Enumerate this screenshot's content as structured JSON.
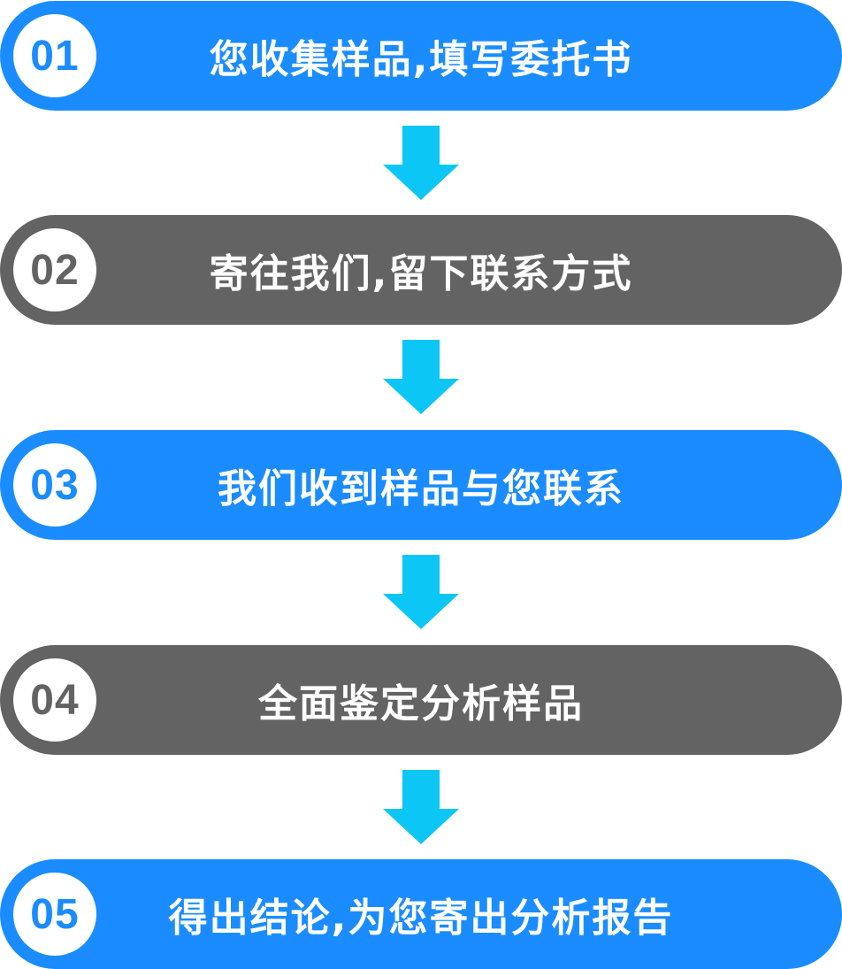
{
  "colors": {
    "blue": "#1a8cff",
    "gray": "#636363",
    "arrow": "#0cc7f5",
    "text": "#ffffff"
  },
  "steps": [
    {
      "number": "01",
      "label": "您收集样品,填写委托书",
      "color": "blue"
    },
    {
      "number": "02",
      "label": "寄往我们,留下联系方式",
      "color": "gray"
    },
    {
      "number": "03",
      "label": "我们收到样品与您联系",
      "color": "blue"
    },
    {
      "number": "04",
      "label": "全面鉴定分析样品",
      "color": "gray"
    },
    {
      "number": "05",
      "label": "得出结论,为您寄出分析报告",
      "color": "blue"
    }
  ],
  "connector_icon": "down-arrow-icon"
}
